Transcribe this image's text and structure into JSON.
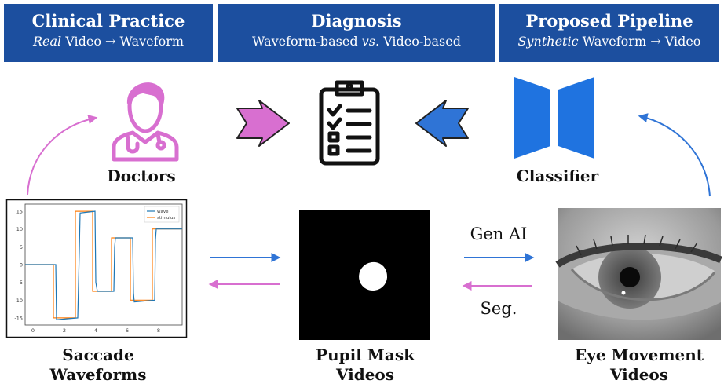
{
  "banners": {
    "clinical": {
      "title": "Clinical Practice",
      "sub_em": "Real",
      "sub_rest": " Video → Waveform"
    },
    "diagnosis": {
      "title": "Diagnosis",
      "sub_pre": "Waveform-based ",
      "sub_em": "vs.",
      "sub_post": " Video-based"
    },
    "pipeline": {
      "title": "Proposed Pipeline",
      "sub_em": "Synthetic",
      "sub_rest": " Waveform → Video"
    }
  },
  "labels": {
    "doctors": "Doctors",
    "classifier": "Classifier",
    "saccade_line1": "Saccade",
    "saccade_line2": "Waveforms",
    "pupil_line1": "Pupil Mask",
    "pupil_line2": "Videos",
    "eye_line1": "Eye Movement",
    "eye_line2": "Videos"
  },
  "edge_labels": {
    "gen_ai": "Gen AI",
    "seg": "Seg."
  },
  "chart_data": {
    "type": "line",
    "series": [
      {
        "name": "wave",
        "color": "#1f77b4"
      },
      {
        "name": "stimulus",
        "color": "#ff7f0e"
      }
    ],
    "xticks": [
      "0",
      "2",
      "4",
      "6",
      "8"
    ],
    "yticks": [
      "15",
      "10",
      "5",
      "0",
      "-5",
      "-10",
      "-15"
    ],
    "xlim": [
      -0.5,
      9.5
    ],
    "ylim": [
      -17,
      17
    ]
  },
  "colors": {
    "banner": "#1c4f9f",
    "pink": "#d86fd0",
    "blue": "#2f74d6",
    "classifier": "#1f73e0"
  },
  "icons": [
    "doctor-icon",
    "clipboard-icon",
    "classifier-icon",
    "pink-arrow-icon",
    "blue-arrow-icon",
    "pupil-mask-image",
    "eye-photo-image"
  ]
}
